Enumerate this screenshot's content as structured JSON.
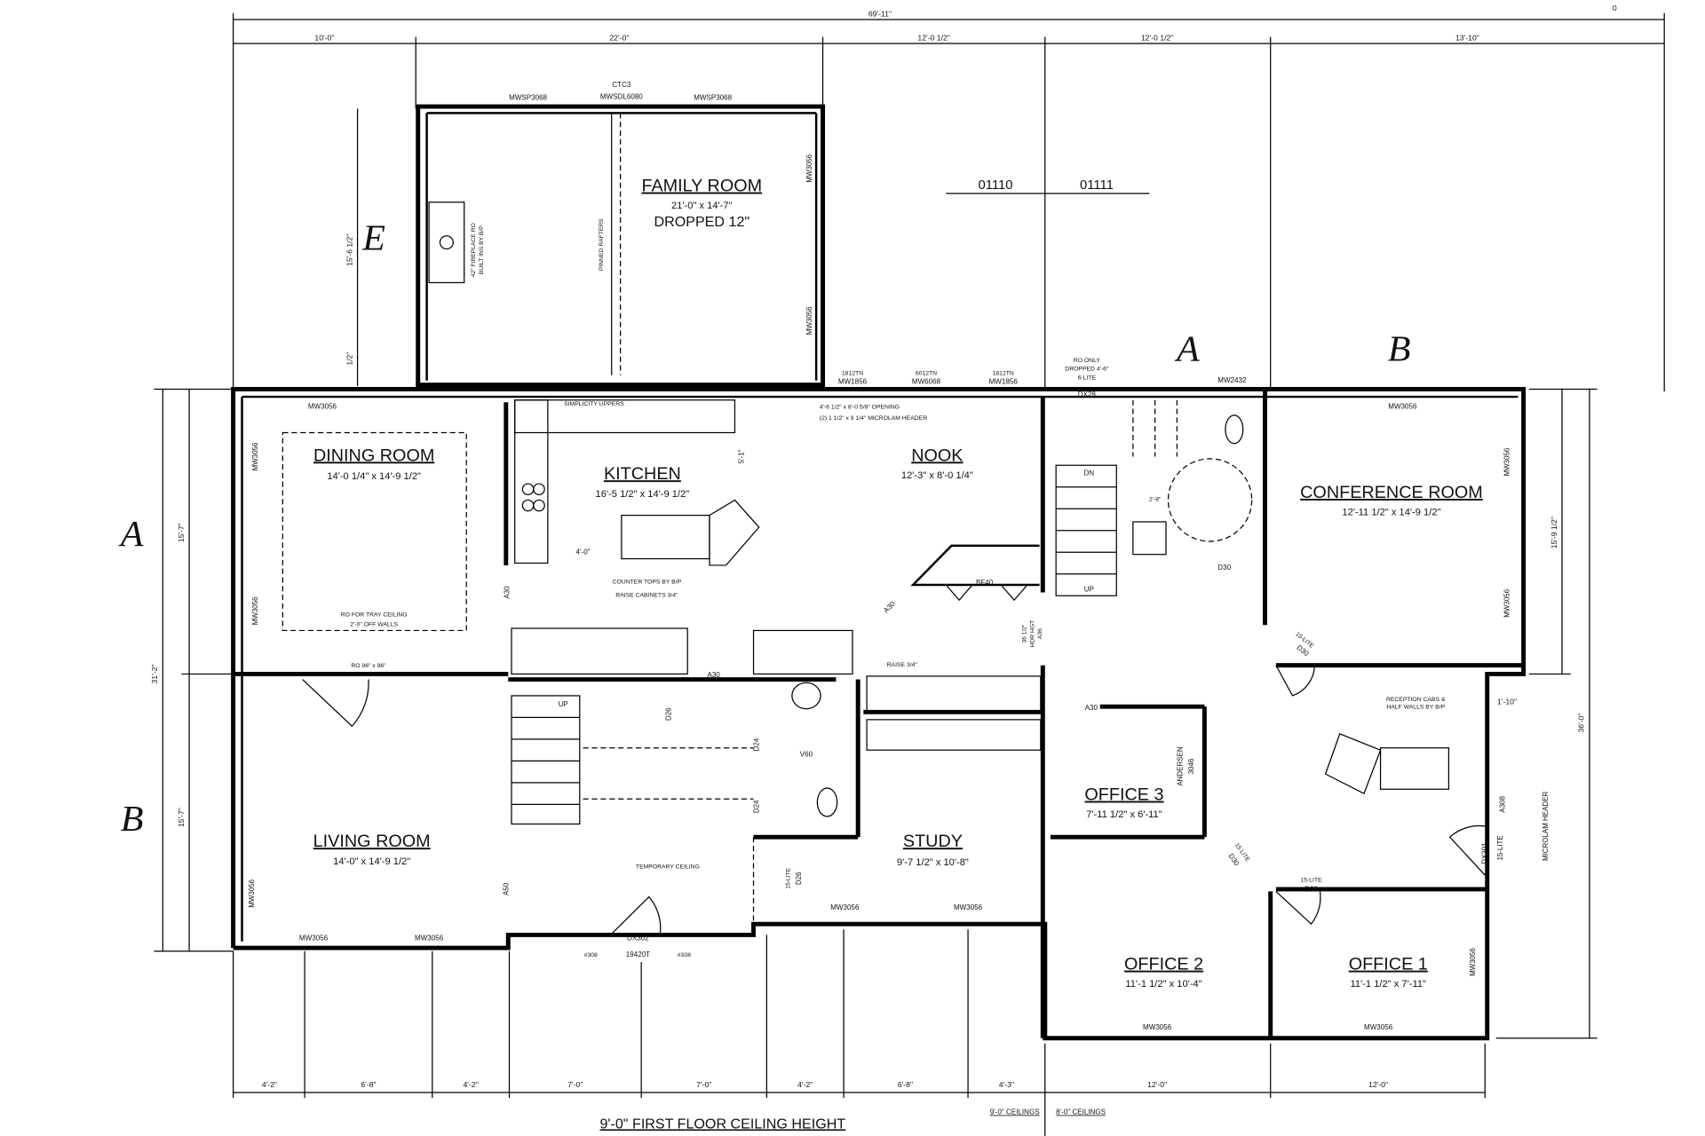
{
  "corner_mark": "0",
  "dimensions": {
    "overall": "69'-11\"",
    "top": [
      "10'-0\"",
      "22'-0\"",
      "12'-0 1/2\"",
      "12'-0 1/2\"",
      "13'-10\""
    ],
    "bottom": [
      "4'-2\"",
      "6'-8\"",
      "4'-2\"",
      "7'-0\"",
      "7'-0\"",
      "4'-2\"",
      "6'-8\"",
      "4'-3\"",
      "12'-0\"",
      "12'-0\""
    ],
    "left_total": "31'-2\"",
    "left_a": "15'-7\"",
    "left_b": "15'-7\"",
    "right_conf": "15'-9 1/2\"",
    "right_total": "36'-0\"",
    "right_small": "1'-10\"",
    "family_side": "15'-6 1/2\"",
    "family_side_small": "1/2\"",
    "kitchen_4": "4'-0\"",
    "kitchen_5": "5'-1\"",
    "stair_2": "2'-8\""
  },
  "grid_labels": {
    "a_top": "A",
    "b_top": "B",
    "a_left": "A",
    "b_left": "B",
    "e": "E"
  },
  "section_marks": {
    "left": "01110",
    "right": "01111"
  },
  "rooms": {
    "family": {
      "name": "FAMILY ROOM",
      "size": "21'-0\" x 14'-7\"",
      "note": "DROPPED 12\""
    },
    "dining": {
      "name": "DINING ROOM",
      "size": "14'-0 1/4\" x 14'-9 1/2\""
    },
    "kitchen": {
      "name": "KITCHEN",
      "size": "16'-5 1/2\" x 14'-9 1/2\""
    },
    "nook": {
      "name": "NOOK",
      "size": "12'-3\" x 8'-0 1/4\""
    },
    "conference": {
      "name": "CONFERENCE ROOM",
      "size": "12'-11 1/2\" x 14'-9 1/2\""
    },
    "living": {
      "name": "LIVING ROOM",
      "size": "14'-0\" x 14'-9 1/2\""
    },
    "study": {
      "name": "STUDY",
      "size": "9'-7 1/2\" x 10'-8\""
    },
    "office3": {
      "name": "OFFICE 3",
      "size": "7'-11 1/2\" x 6'-11\""
    },
    "office2": {
      "name": "OFFICE 2",
      "size": "11'-1 1/2\" x 10'-4\""
    },
    "office1": {
      "name": "OFFICE 1",
      "size": "11'-1 1/2\" x 7'-11\""
    }
  },
  "notes": {
    "ceiling_title": "9'-0\" FIRST FLOOR CEILING HEIGHT",
    "ceil9": "9'-0\" CEILINGS",
    "ceil8": "8'-0\" CEILINGS",
    "tray1": "RO FOR TRAY CEILING",
    "tray2": "2'-0\" OFF WALLS",
    "counter1": "COUNTER TOPS BY B/P",
    "counter2": "RAISE CABINETS 3/4\"",
    "temp_ceiling": "TEMPORARY CEILING",
    "opening1": "4'-6 1/2\" x 8'-0 5/8\" OPENING",
    "opening2": "(2) 1 1/2\" x 9 1/4\" MICROLAM HEADER",
    "raise": "RAISE 3/4\"",
    "fireplace1": "42\" FIREPLACE RO",
    "fireplace2": "BUILT INS BY B/P",
    "rafters": "PINNED RAFTERS",
    "microlam": "MICROLAM HEADER",
    "reception1": "RECEPTION CABS &",
    "reception2": "HALF WALLS BY B/P",
    "ro_only1": "RO ONLY",
    "ro_only2": "DROPPED 4'-6\"",
    "ro_only3": "6-LITE",
    "ro_only4": "DX28",
    "hdr1": "36 1/2\"",
    "hdr2": "HDR HGT",
    "hdr3": "A36",
    "ro96": "RO 96\" x 96\"",
    "upper": "SIMPLICITY UPPERS"
  },
  "tags": {
    "mwsp": "MWSP3068",
    "ctc3": "CTC3",
    "mwsdl": "MWSDL6080",
    "mw3056": "MW3056",
    "mw2432": "MW2432",
    "t1812": "1812TN",
    "mw1856": "MW1856",
    "t6012": "6012TN",
    "mw6068": "MW6068",
    "bf40": "BF40",
    "a30": "A30",
    "a50": "A50",
    "dn": "DN",
    "up": "UP",
    "d30": "D30",
    "d26": "D26",
    "d24": "D24",
    "v60": "V60",
    "lite15": "15-LITE",
    "lite15b": "15 LITE",
    "dx302": "DX302",
    "t19420": "19420T",
    "h308": "#308",
    "andersen": "ANDERSEN",
    "a3046": "3046",
    "dx301": "DX301",
    "a308": "A308"
  },
  "colors": {
    "ink": "#000000",
    "paper": "#ffffff"
  }
}
